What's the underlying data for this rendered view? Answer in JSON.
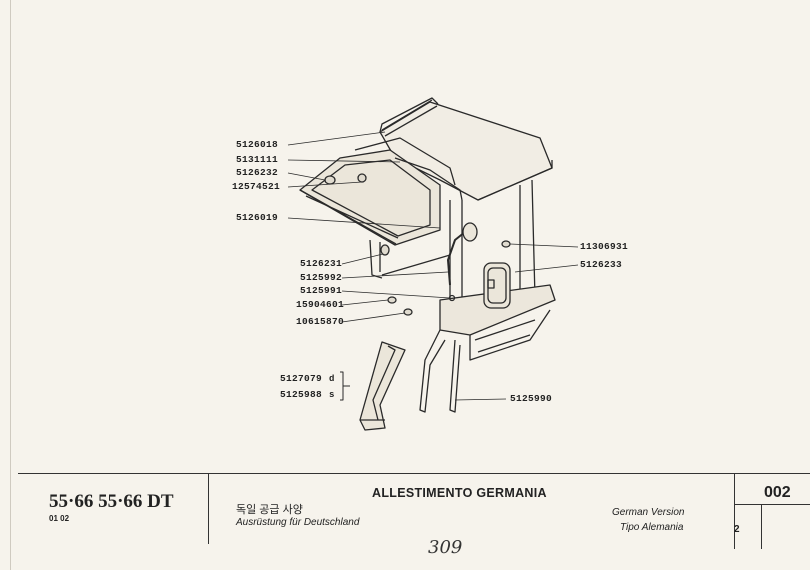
{
  "parts": [
    {
      "id": "5126018"
    },
    {
      "id": "5131111"
    },
    {
      "id": "5126232"
    },
    {
      "id": "12574521"
    },
    {
      "id": "5126019"
    },
    {
      "id": "5126231"
    },
    {
      "id": "5125992"
    },
    {
      "id": "5125991"
    },
    {
      "id": "15904601"
    },
    {
      "id": "10615870"
    },
    {
      "id": "11306931"
    },
    {
      "id": "5126233"
    },
    {
      "id": "5127079",
      "suffix": "d"
    },
    {
      "id": "5125988",
      "suffix": "s"
    },
    {
      "id": "5125990"
    }
  ],
  "footer": {
    "model": "55·66  55·66 DT",
    "version": "01  02",
    "title_it": "ALLESTIMENTO GERMANIA",
    "title_ko": "독일 공급 사양",
    "title_de": "Ausrüstung für Deutschland",
    "title_en": "German Version",
    "title_es": "Tipo Alemania",
    "code": "002",
    "page": "2"
  },
  "handwritten_number": "309"
}
